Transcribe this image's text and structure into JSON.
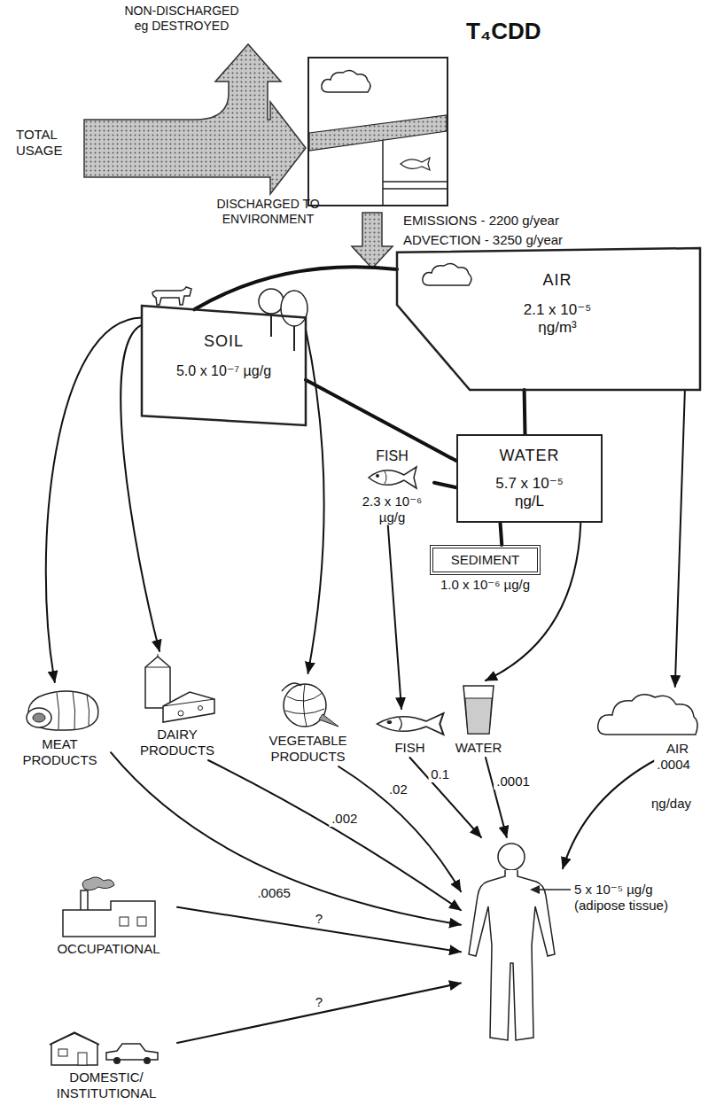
{
  "diagram": {
    "title": "T₄CDD",
    "nodes": [
      {
        "text": [
          "AIR",
          "2.1 x 10⁻⁵ ηg/m³"
        ]
      },
      {
        "text": [
          "SOIL",
          "5.0 x 10⁻⁷ µg/g"
        ]
      },
      {
        "text": [
          "FISH",
          "2.3 x 10⁻⁶ µg/g"
        ]
      },
      {
        "text": [
          "WATER",
          "5.7 x 10⁻⁵ ηg/L"
        ]
      },
      {
        "text": [
          "SEDIMENT",
          "1.0 x 10⁻⁶ µg/g"
        ]
      },
      {
        "text": [
          "MEAT PRODUCTS"
        ]
      },
      {
        "text": [
          "DAIRY PRODUCTS"
        ]
      },
      {
        "text": [
          "VEGETABLE PRODUCTS"
        ]
      },
      {
        "text": [
          "FISH"
        ]
      },
      {
        "text": [
          "WATER"
        ]
      },
      {
        "text": [
          "AIR"
        ]
      },
      {
        "text": [
          "OCCUPATIONAL"
        ]
      },
      {
        "text": [
          "DOMESTIC/ INSTITUTIONAL"
        ]
      },
      {
        "text": [
          "5 x 10⁻⁵ µg/g (adipose tissue)"
        ]
      }
    ],
    "edges": [
      {
        "from": 0,
        "to": 1,
        "arrow": "none"
      },
      {
        "from": 0,
        "to": 3,
        "arrow": "none"
      },
      {
        "from": 1,
        "to": 3,
        "arrow": "none"
      },
      {
        "from": 2,
        "to": 3,
        "arrow": "none"
      },
      {
        "from": 3,
        "to": 4,
        "arrow": "none"
      },
      {
        "from": 1,
        "to": 5,
        "arrow": "to"
      },
      {
        "from": 1,
        "to": 6,
        "arrow": "to"
      },
      {
        "from": 1,
        "to": 7,
        "arrow": "to"
      },
      {
        "from": 2,
        "to": 8,
        "arrow": "to"
      },
      {
        "from": 3,
        "to": 9,
        "arrow": "to"
      },
      {
        "from": 0,
        "to": 10,
        "arrow": "to"
      },
      {
        "from": 5,
        "to": 13,
        "label": ".0065",
        "arrow": "to"
      },
      {
        "from": 6,
        "to": 13,
        "label": ".002",
        "arrow": "to"
      },
      {
        "from": 7,
        "to": 13,
        "label": ".02",
        "arrow": "to"
      },
      {
        "from": 8,
        "to": 13,
        "label": "0.1",
        "arrow": "to"
      },
      {
        "from": 9,
        "to": 13,
        "label": ".0001",
        "arrow": "to"
      },
      {
        "from": 10,
        "to": 13,
        "label": ".0004",
        "arrow": "to"
      },
      {
        "from": 11,
        "to": 13,
        "label": "?",
        "arrow": "to"
      },
      {
        "from": 12,
        "to": 13,
        "label": "?",
        "arrow": "to"
      }
    ],
    "labels": [
      "TOTAL USAGE",
      "NON-DISCHARGED eg DESTROYED",
      "DISCHARGED TO ENVIRONMENT",
      "EMISSIONS - 2200 g/year",
      "ADVECTION - 3250 g/year",
      "ηg/day"
    ]
  }
}
